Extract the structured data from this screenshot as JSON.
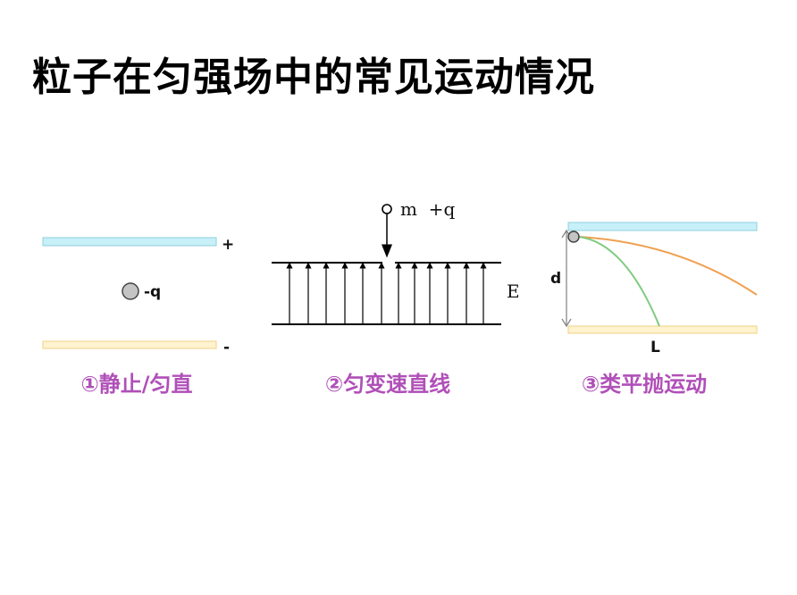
{
  "title": "粒子在匀强场中的常见运动情况",
  "colors": {
    "caption": "#b050b8",
    "positive_plate": "#c8f0f8",
    "negative_plate": "#fff3d0",
    "orange_path": "#f0a050",
    "green_path": "#80cc80"
  },
  "diagram1": {
    "plus": "+",
    "minus": "-",
    "charge": "-q",
    "caption": "①静止/匀直"
  },
  "diagram2": {
    "particle": "m  +q",
    "field": "E",
    "caption": "②匀变速直线"
  },
  "diagram3": {
    "d": "d",
    "L": "L",
    "caption": "③类平抛运动"
  }
}
